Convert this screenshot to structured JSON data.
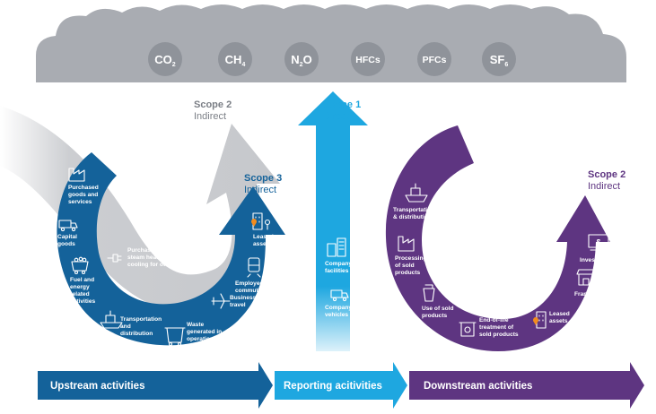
{
  "gases": [
    {
      "base": "CO",
      "sub": "2"
    },
    {
      "base": "CH",
      "sub": "4"
    },
    {
      "base": "N",
      "sub": "2",
      "tail": "O"
    },
    {
      "base": "HFCs",
      "sub": ""
    },
    {
      "base": "PFCs",
      "sub": ""
    },
    {
      "base": "SF",
      "sub": "6"
    }
  ],
  "scopes": {
    "scope2_upstream": {
      "title": "Scope 2",
      "subtitle": "Indirect"
    },
    "scope1": {
      "title": "Scope 1",
      "subtitle": "Direct"
    },
    "scope3": {
      "title": "Scope 3",
      "subtitle": "Indirect"
    },
    "scope2_downstream": {
      "title": "Scope 2",
      "subtitle": "Indirect"
    }
  },
  "upstream_items": {
    "purchased_goods": [
      "Purchased",
      "goods and",
      "services"
    ],
    "capital_goods": [
      "Capital",
      "goods"
    ],
    "fuel_energy": [
      "Fuel and",
      "energy",
      "related",
      "activities"
    ],
    "transportation": [
      "Transportation",
      "and",
      "distribution"
    ],
    "waste": [
      "Waste",
      "generated in",
      "operations"
    ],
    "business_travel": [
      "Business",
      "travel"
    ],
    "employee_commuting": [
      "Employee",
      "commuting"
    ],
    "leased_assets": [
      "Leased",
      "assets"
    ],
    "purchased_electricity": [
      "Purchased electricity,",
      "steam heating and",
      "cooling for own use"
    ]
  },
  "reporting_items": {
    "company_facilities": [
      "Company",
      "facilities"
    ],
    "company_vehicles": [
      "Company",
      "vehicles"
    ]
  },
  "downstream_items": {
    "transportation": [
      "Transportation",
      "& distribution"
    ],
    "processing": [
      "Processing",
      "of sold",
      "products"
    ],
    "use_of_sold": [
      "Use of sold",
      "products"
    ],
    "end_of_life": [
      "End-of-life",
      "treatment of",
      "sold products"
    ],
    "leased_assets": [
      "Leased",
      "assets"
    ],
    "franchises": [
      "Franchises"
    ],
    "investments": [
      "Investments"
    ]
  },
  "bottom_bar": {
    "upstream": "Upstream activities",
    "reporting": "Reporting acitivities",
    "downstream": "Downstream activities"
  },
  "colors": {
    "cloud": "#a9acb2",
    "grey_arrow": "#c6c8cc",
    "scope3_blue": "#14629a",
    "scope1_cyan": "#1ea7e0",
    "downstream_purple": "#5e3581",
    "scope_text_grey": "#7b7f86"
  }
}
